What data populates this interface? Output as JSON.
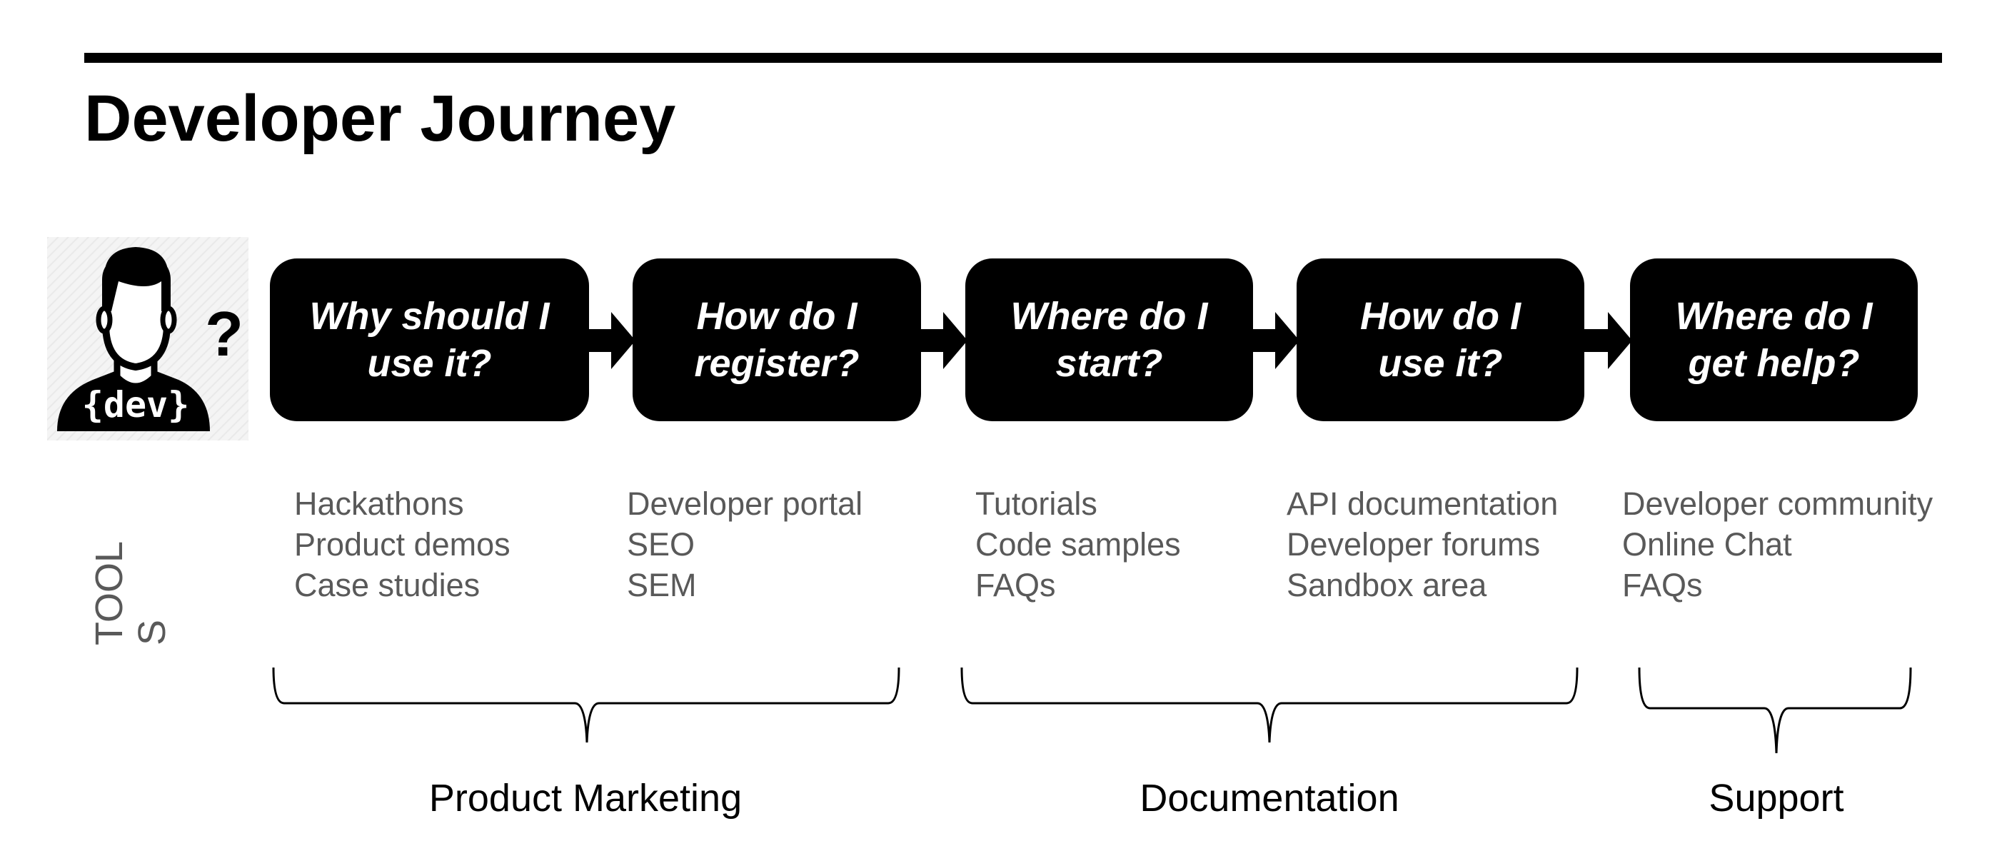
{
  "title": "Developer Journey",
  "persona": {
    "icon": "developer-avatar-icon",
    "badge": "{dev}",
    "question_mark": "?"
  },
  "steps": [
    {
      "line1": "Why should I",
      "line2": "use it?"
    },
    {
      "line1": "How do I",
      "line2": "register?"
    },
    {
      "line1": "Where do I",
      "line2": "start?"
    },
    {
      "line1": "How do I",
      "line2": "use it?"
    },
    {
      "line1": "Where do I",
      "line2": "get help?"
    }
  ],
  "tools_label": {
    "line1": "TOOL",
    "line2": "S"
  },
  "tools": [
    [
      "Hackathons",
      "Product demos",
      "Case studies"
    ],
    [
      "Developer portal",
      "SEO",
      "SEM"
    ],
    [
      "Tutorials",
      "Code samples",
      "FAQs"
    ],
    [
      "API documentation",
      "Developer forums",
      "Sandbox area"
    ],
    [
      "Developer community",
      "Online Chat",
      "FAQs"
    ]
  ],
  "groups": [
    "Product Marketing",
    "Documentation",
    "Support"
  ],
  "colors": {
    "box_fill": "#000000",
    "box_text": "#ffffff",
    "tool_text": "#595959",
    "persona_background": "#f2f2f2"
  }
}
